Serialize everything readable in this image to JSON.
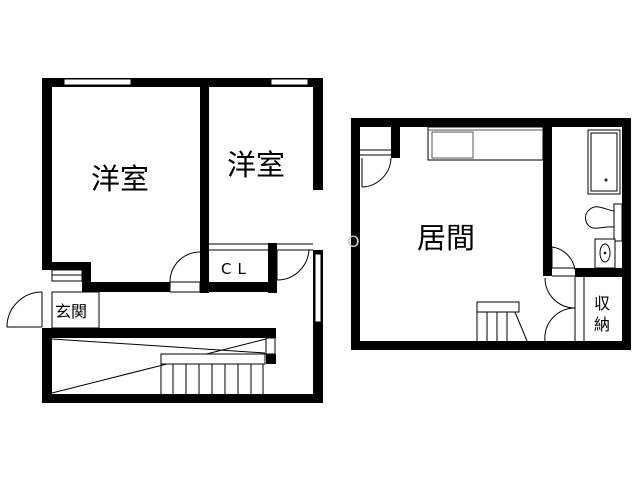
{
  "floor_plan": {
    "left_unit": {
      "rooms": [
        {
          "id": "bedroom-1",
          "label": "洋室"
        },
        {
          "id": "bedroom-2",
          "label": "洋室"
        },
        {
          "id": "closet",
          "label": "CL"
        },
        {
          "id": "entrance",
          "label": "玄関"
        }
      ]
    },
    "right_unit": {
      "rooms": [
        {
          "id": "living-room",
          "label": "居間"
        },
        {
          "id": "storage",
          "label": "収納"
        }
      ]
    },
    "watermark": "O"
  }
}
